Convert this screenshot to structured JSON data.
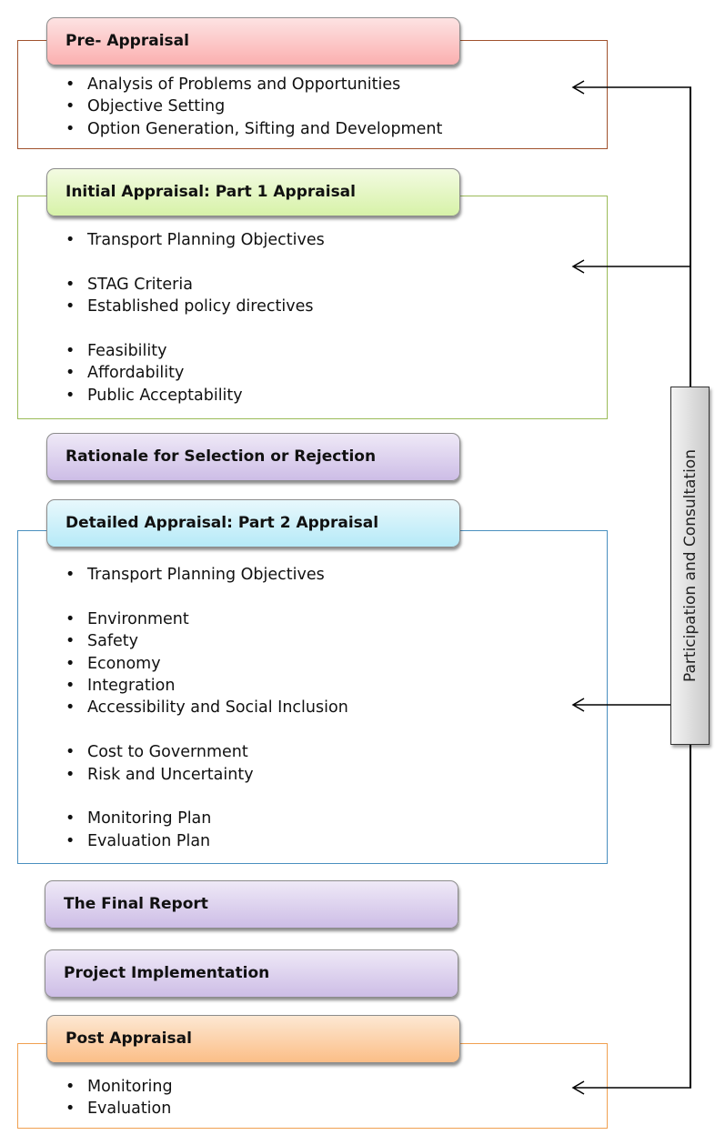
{
  "diagram": {
    "stages": [
      {
        "id": "pre-appraisal",
        "title": "Pre- Appraisal",
        "items": [
          "Analysis of Problems and Opportunities",
          "Objective Setting",
          "Option Generation, Sifting and Development"
        ],
        "colors": {
          "header": "#fbb0b0",
          "frame": "#a0522d"
        }
      },
      {
        "id": "initial-appraisal",
        "title": "Initial Appraisal: Part 1 Appraisal",
        "groups": [
          [
            "Transport Planning Objectives"
          ],
          [
            "STAG Criteria",
            "Established policy directives"
          ],
          [
            "Feasibility",
            "Affordability",
            "Public Acceptability"
          ]
        ],
        "colors": {
          "header": "#d7f2a8",
          "frame": "#9bbb59"
        }
      },
      {
        "id": "rationale",
        "title": "Rationale for Selection or Rejection",
        "colors": {
          "header": "#cdbde6"
        }
      },
      {
        "id": "detailed-appraisal",
        "title": "Detailed Appraisal: Part 2 Appraisal",
        "groups": [
          [
            "Transport Planning Objectives"
          ],
          [
            "Environment",
            "Safety",
            "Economy",
            "Integration",
            "Accessibility and Social Inclusion"
          ],
          [
            "Cost to Government",
            "Risk and Uncertainty"
          ],
          [
            "Monitoring Plan",
            "Evaluation Plan"
          ]
        ],
        "colors": {
          "header": "#b6eaf8",
          "frame": "#4a8fbf"
        }
      },
      {
        "id": "final-report",
        "title": "The Final Report",
        "colors": {
          "header": "#cdbde6"
        }
      },
      {
        "id": "project-implementation",
        "title": "Project Implementation",
        "colors": {
          "header": "#cdbde6"
        }
      },
      {
        "id": "post-appraisal",
        "title": "Post Appraisal",
        "items": [
          "Monitoring",
          "Evaluation"
        ],
        "colors": {
          "header": "#fbbe87",
          "frame": "#f0a050"
        }
      }
    ],
    "side_bar": {
      "label": "Participation and Consultation",
      "arrow_targets": [
        "pre-appraisal",
        "initial-appraisal",
        "detailed-appraisal",
        "post-appraisal"
      ]
    }
  }
}
